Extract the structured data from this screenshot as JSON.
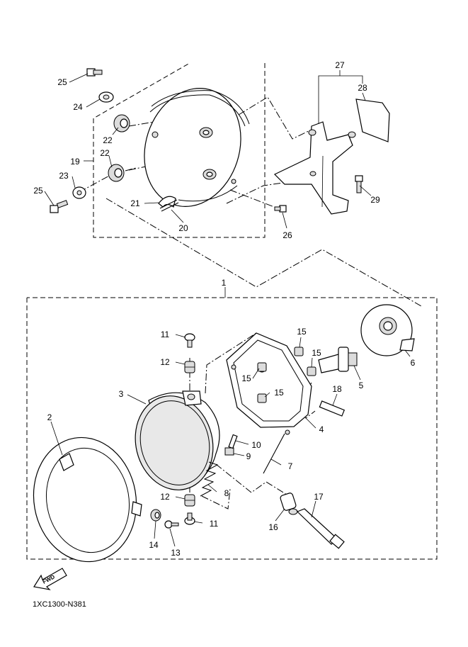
{
  "diagram": {
    "drawing_code": "1XC1300-N381",
    "direction_label": "FWD",
    "callouts": [
      {
        "id": "p1",
        "label": "1"
      },
      {
        "id": "p2",
        "label": "2"
      },
      {
        "id": "p3",
        "label": "3"
      },
      {
        "id": "p4",
        "label": "4"
      },
      {
        "id": "p5",
        "label": "5"
      },
      {
        "id": "p6",
        "label": "6"
      },
      {
        "id": "p7",
        "label": "7"
      },
      {
        "id": "p8",
        "label": "8"
      },
      {
        "id": "p9",
        "label": "9"
      },
      {
        "id": "p10",
        "label": "10"
      },
      {
        "id": "p11a",
        "label": "11"
      },
      {
        "id": "p11b",
        "label": "11"
      },
      {
        "id": "p12a",
        "label": "12"
      },
      {
        "id": "p12b",
        "label": "12"
      },
      {
        "id": "p13",
        "label": "13"
      },
      {
        "id": "p14",
        "label": "14"
      },
      {
        "id": "p15a",
        "label": "15"
      },
      {
        "id": "p15b",
        "label": "15"
      },
      {
        "id": "p15c",
        "label": "15"
      },
      {
        "id": "p15d",
        "label": "15"
      },
      {
        "id": "p16",
        "label": "16"
      },
      {
        "id": "p17",
        "label": "17"
      },
      {
        "id": "p18",
        "label": "18"
      },
      {
        "id": "p19",
        "label": "19"
      },
      {
        "id": "p20",
        "label": "20"
      },
      {
        "id": "p21",
        "label": "21"
      },
      {
        "id": "p22a",
        "label": "22"
      },
      {
        "id": "p22b",
        "label": "22"
      },
      {
        "id": "p23",
        "label": "23"
      },
      {
        "id": "p24",
        "label": "24"
      },
      {
        "id": "p25a",
        "label": "25"
      },
      {
        "id": "p25b",
        "label": "25"
      },
      {
        "id": "p26",
        "label": "26"
      },
      {
        "id": "p27",
        "label": "27"
      },
      {
        "id": "p28",
        "label": "28"
      },
      {
        "id": "p29",
        "label": "29"
      }
    ]
  }
}
